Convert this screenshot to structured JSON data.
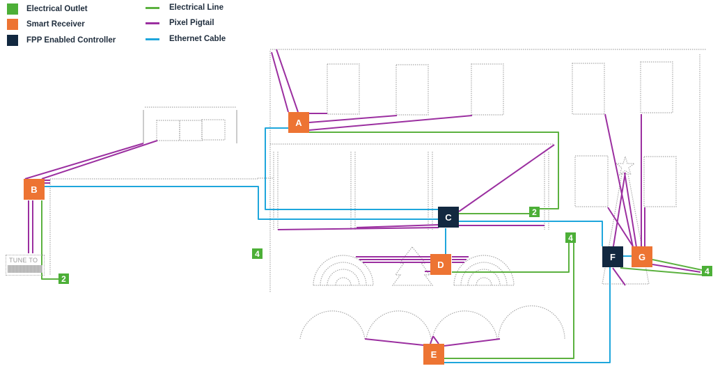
{
  "legend": {
    "nodes": [
      {
        "label": "Electrical Outlet",
        "color": "#4caf37"
      },
      {
        "label": "Smart Receiver",
        "color": "#ed7433"
      },
      {
        "label": "FPP Enabled Controller",
        "color": "#122840"
      }
    ],
    "lines": [
      {
        "label": "Electrical Line",
        "color": "#5bb13f"
      },
      {
        "label": "Pixel Pigtail",
        "color": "#9b2fa0"
      },
      {
        "label": "Ethernet Cable",
        "color": "#1ea6dc"
      }
    ]
  },
  "receivers": [
    {
      "id": "A",
      "type": "Smart Receiver"
    },
    {
      "id": "B",
      "type": "Smart Receiver"
    },
    {
      "id": "D",
      "type": "Smart Receiver"
    },
    {
      "id": "E",
      "type": "Smart Receiver"
    },
    {
      "id": "G",
      "type": "Smart Receiver"
    }
  ],
  "controllers": [
    {
      "id": "C",
      "type": "FPP Enabled Controller"
    },
    {
      "id": "F",
      "type": "FPP Enabled Controller"
    }
  ],
  "outlets": [
    {
      "id": "outlet-b",
      "label": "2"
    },
    {
      "id": "outlet-c",
      "label": "2"
    },
    {
      "id": "outlet-left",
      "label": "4"
    },
    {
      "id": "outlet-d",
      "label": "4"
    },
    {
      "id": "outlet-g",
      "label": "4"
    }
  ],
  "props": {
    "tune_sign_text": "TUNE TO"
  }
}
